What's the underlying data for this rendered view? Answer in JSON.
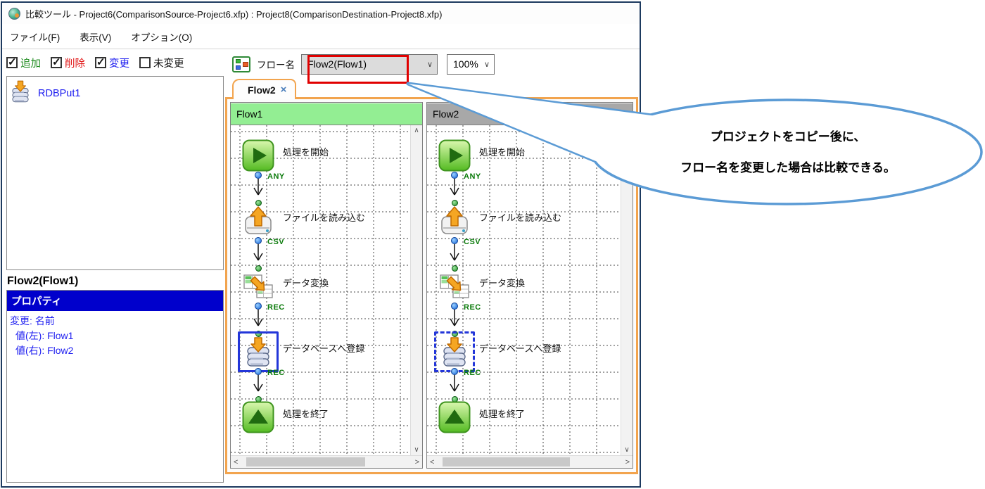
{
  "window": {
    "title": "比較ツール - Project6(ComparisonSource-Project6.xfp) : Project8(ComparisonDestination-Project8.xfp)"
  },
  "menu": {
    "items": [
      {
        "label": "ファイル(F)"
      },
      {
        "label": "表示(V)"
      },
      {
        "label": "オプション(O)"
      }
    ]
  },
  "filters": {
    "items": [
      {
        "label": "追加",
        "checked": true,
        "color": "#1c8a1c"
      },
      {
        "label": "削除",
        "checked": true,
        "color": "#e01010"
      },
      {
        "label": "変更",
        "checked": true,
        "color": "#1d1df0"
      },
      {
        "label": "未変更",
        "checked": false,
        "color": "#111111"
      }
    ]
  },
  "toolbar": {
    "flow_name_label": "フロー名",
    "flow_name_value": "Flow2(Flow1)",
    "zoom_value": "100%",
    "dropdown_arrow": "∨"
  },
  "tree": {
    "items": [
      {
        "label": "RDBPut1",
        "icon": "rdbput-database-icon"
      }
    ]
  },
  "properties": {
    "title": "Flow2(Flow1)",
    "header": "プロパティ",
    "rows": [
      {
        "text": "変更: 名前",
        "indent": false
      },
      {
        "text": "値(左): Flow1",
        "indent": true
      },
      {
        "text": "値(右): Flow2",
        "indent": true
      }
    ]
  },
  "tab": {
    "label": "Flow2",
    "close": "×"
  },
  "panels": [
    {
      "name": "flow-panel-left",
      "header": "Flow1",
      "header_color": "#93ee93",
      "selection_style": "solid"
    },
    {
      "name": "flow-panel-right",
      "header": "Flow2",
      "header_color": "#a8a8a8",
      "selection_style": "dashed"
    }
  ],
  "flow": {
    "nodes": [
      {
        "type": "start",
        "label": "処理を開始",
        "selected": false
      },
      {
        "type": "file-read",
        "label": "ファイルを読み込む",
        "selected": false
      },
      {
        "type": "transform",
        "label": "データ変換",
        "selected": false
      },
      {
        "type": "database",
        "label": "データベースへ登録",
        "selected": true
      },
      {
        "type": "end",
        "label": "処理を終了",
        "selected": false
      }
    ],
    "connectors": [
      "ANY",
      "CSV",
      "REC",
      "REC"
    ]
  },
  "scrollbars": {
    "up": "∧",
    "down": "∨",
    "left": "<",
    "right": ">"
  },
  "callout": {
    "line1": "プロジェクトをコピー後に、",
    "line2": "フロー名を変更した場合は比較できる。"
  },
  "colors": {
    "accent_orange": "#f2a44e",
    "highlight_red": "#e10000",
    "callout_blue": "#5b9bd5",
    "selection_blue": "#2336d9",
    "connector_green": "#0a7a0a",
    "property_header_bg": "#0000cc"
  }
}
